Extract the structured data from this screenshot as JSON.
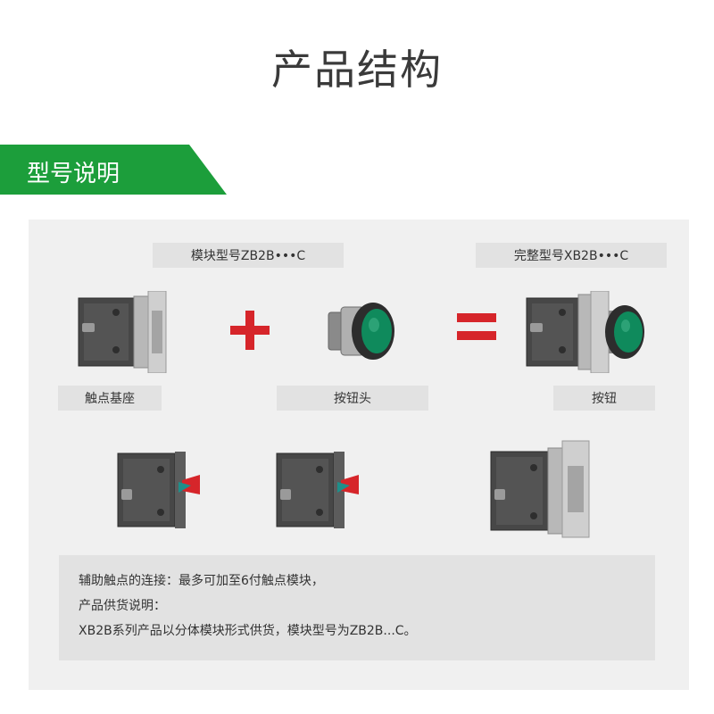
{
  "page": {
    "title": "产品结构"
  },
  "section": {
    "title": "型号说明"
  },
  "labels": {
    "module_model": "模块型号ZB2B•••C",
    "full_model": "完整型号XB2B•••C",
    "contact_base": "触点基座",
    "button_head": "按钮头",
    "button": "按钮"
  },
  "notes": [
    "辅助触点的连接：最多可加至6付触点模块，",
    "产品供货说明：",
    "XB2B系列产品以分体模块形式供货，模块型号为ZB2B...C。"
  ],
  "colors": {
    "brand_green": "#1c9e3b",
    "operator_red": "#d6252a",
    "button_green": "#0f8a5c"
  }
}
